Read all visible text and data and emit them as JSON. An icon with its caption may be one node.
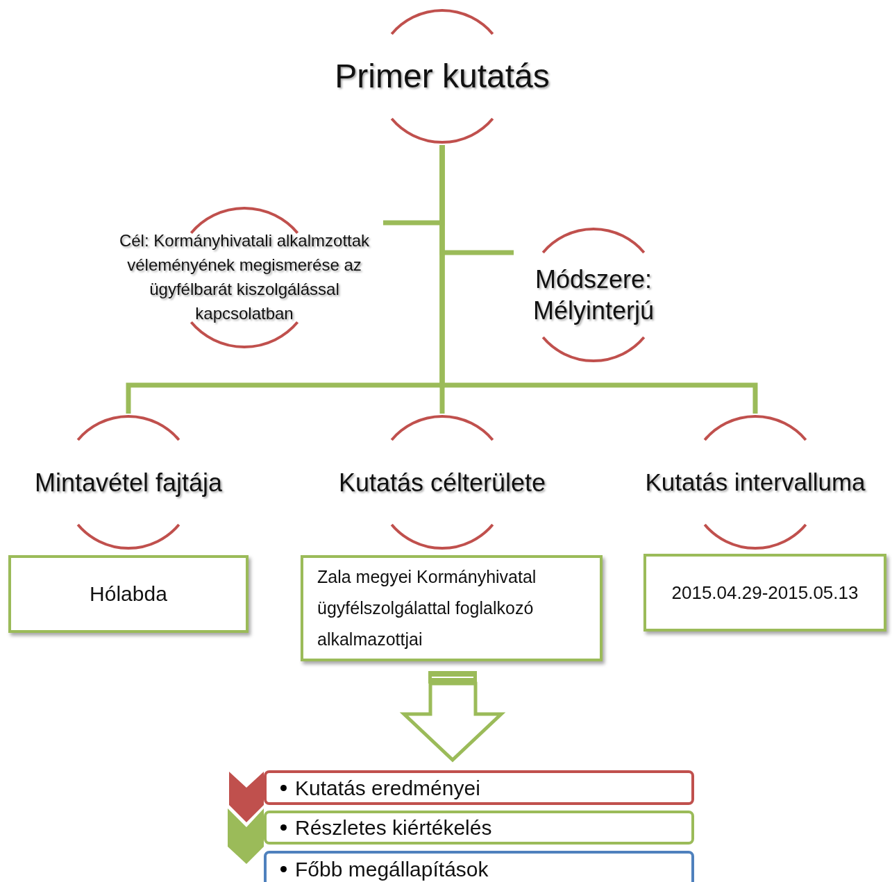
{
  "diagram": {
    "nodes": [
      {
        "text": [
          "Primer kutatás"
        ]
      },
      {
        "text": [
          "Cél: Kormányhivatali alkalmzottak véleményének megismerése az ügyfélbarát kiszolgálással kapcsolatban"
        ]
      },
      {
        "text": [
          "Módszere: Mélyinterjú"
        ]
      },
      {
        "text": [
          "Mintavétel fajtája"
        ]
      },
      {
        "text": [
          "Kutatás célterülete"
        ]
      },
      {
        "text": [
          "Kutatás intervalluma"
        ]
      },
      {
        "text": [
          "Hólabda"
        ]
      },
      {
        "text": [
          "Zala megyei Kormányhivatal ügyfélszolgálattal foglalkozó alkalmazottjai"
        ]
      },
      {
        "text": [
          "2015.04.29-2015.05.13"
        ]
      },
      {
        "text": [
          "Kutatás eredményei"
        ]
      },
      {
        "text": [
          "Részletes kiértékelés"
        ]
      },
      {
        "text": [
          "Főbb megállapítások"
        ]
      }
    ],
    "edges": [
      {
        "from": 0,
        "to": 1,
        "arrow": "none"
      },
      {
        "from": 0,
        "to": 2,
        "arrow": "none"
      },
      {
        "from": 0,
        "to": 3,
        "arrow": "none"
      },
      {
        "from": 0,
        "to": 4,
        "arrow": "none"
      },
      {
        "from": 0,
        "to": 5,
        "arrow": "none"
      },
      {
        "from": 7,
        "to": 9,
        "arrow": "to"
      }
    ]
  }
}
